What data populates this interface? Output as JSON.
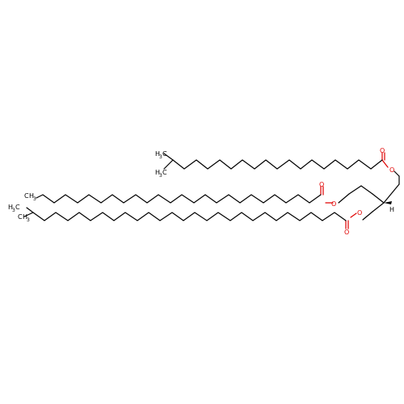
{
  "colors": {
    "bond": "#000000",
    "oxygen": "#e00000",
    "background": "#ffffff"
  },
  "atoms": {
    "o_top_carbonyl": "O",
    "o_top_ester": "O",
    "o_mid_carbonyl": "O",
    "o_mid_ester": "O",
    "o_bot_carbonyl": "O",
    "o_bot_ester": "O",
    "h_stereo": "H",
    "ch3_top_a": "H",
    "ch3_top_a_sub": "3",
    "ch3_top_a_c": "C",
    "ch3_top_b": "H",
    "ch3_top_b_sub": "3",
    "ch3_top_b_c": "C",
    "ch3_mid": "H",
    "ch3_mid_sub": "3",
    "ch3_mid_c": "C",
    "ch3_bot_a": "H",
    "ch3_bot_a_sub": "3",
    "ch3_bot_a_c": "C",
    "ch3_bot_b": "H",
    "ch3_bot_b_sub": "3",
    "ch3_bot_b_c": "C"
  }
}
